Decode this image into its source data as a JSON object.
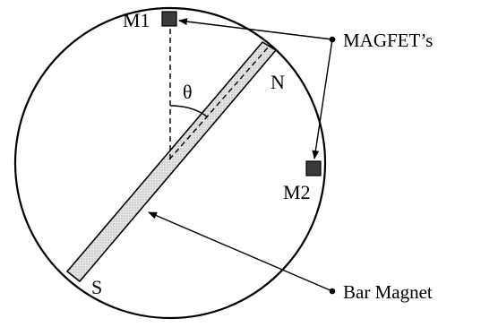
{
  "colors": {
    "stroke": "#000000",
    "magnet_fill": "#d9d9d9",
    "sensor_fill": "#333333",
    "background": "#ffffff"
  },
  "labels": {
    "m1": "M1",
    "m2": "M2",
    "north": "N",
    "south": "S",
    "angle": "θ",
    "sensors": "MAGFET’s",
    "magnet": "Bar Magnet"
  }
}
